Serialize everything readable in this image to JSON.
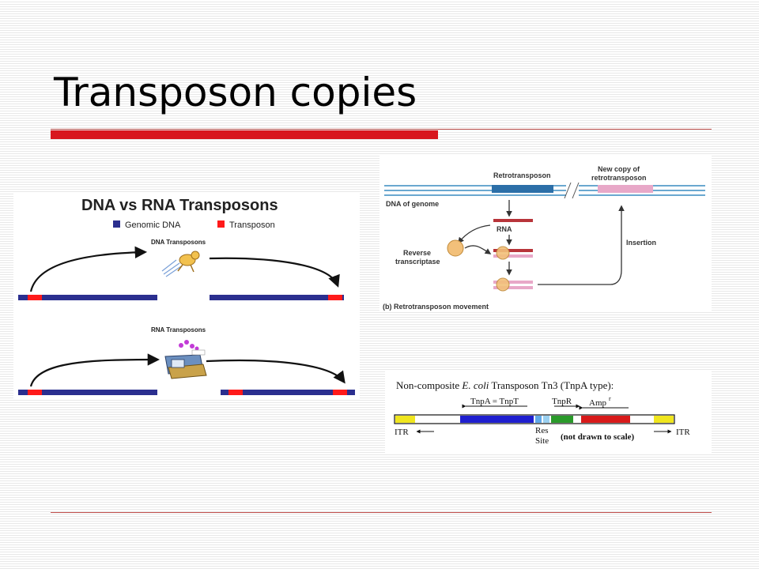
{
  "slide": {
    "title": "Transposon copies"
  },
  "dna_rna_panel": {
    "title": "DNA vs RNA Transposons",
    "legend": [
      {
        "label": "Genomic DNA",
        "color": "#2b2f8f"
      },
      {
        "label": "Transposon",
        "color": "#ff1a1a"
      }
    ],
    "dna_label": "DNA Transposons",
    "rna_label": "RNA Transposons"
  },
  "retro_panel": {
    "retrotransposon_label": "Retrotransposon",
    "new_copy_label_line1": "New copy of",
    "new_copy_label_line2": "retrotransposon",
    "dna_of_genome_label": "DNA of genome",
    "rna_label": "RNA",
    "reverse_label_line1": "Reverse",
    "reverse_label_line2": "transcriptase",
    "insertion_label": "Insertion",
    "caption": "(b) Retrotransposon movement"
  },
  "tn3_panel": {
    "title_prefix": "Non-composite ",
    "title_italic": "E. coli",
    "title_suffix": " Transposon Tn3 (TnpA type):",
    "tnpa_label": "TnpA = TnpT",
    "tnpr_label": "TnpR",
    "amp_label": "Amp",
    "amp_superscript": "r",
    "itr_left": "ITR",
    "itr_right": "ITR",
    "res_label_line1": "Res",
    "res_label_line2": "Site",
    "scale_note": "(not drawn to scale)"
  },
  "colors": {
    "title_rule": "#d8161e",
    "genomic_dna": "#2b2f8f",
    "transposon": "#ff1a1a"
  }
}
